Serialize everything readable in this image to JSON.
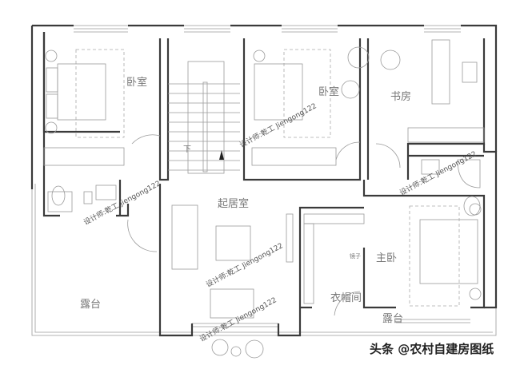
{
  "rooms": {
    "bedroom_1": "卧室",
    "bedroom_2": "卧室",
    "study": "书房",
    "living_room": "起居室",
    "master_bedroom": "主卧",
    "walk_in_closet": "衣帽间",
    "terrace_left": "露台",
    "terrace_right": "露台",
    "stair_down": "下",
    "mirror": "镜子"
  },
  "designer_watermark": "设计师:乾工 Jiengong122",
  "source_watermark": "头条 @农村自建房图纸"
}
